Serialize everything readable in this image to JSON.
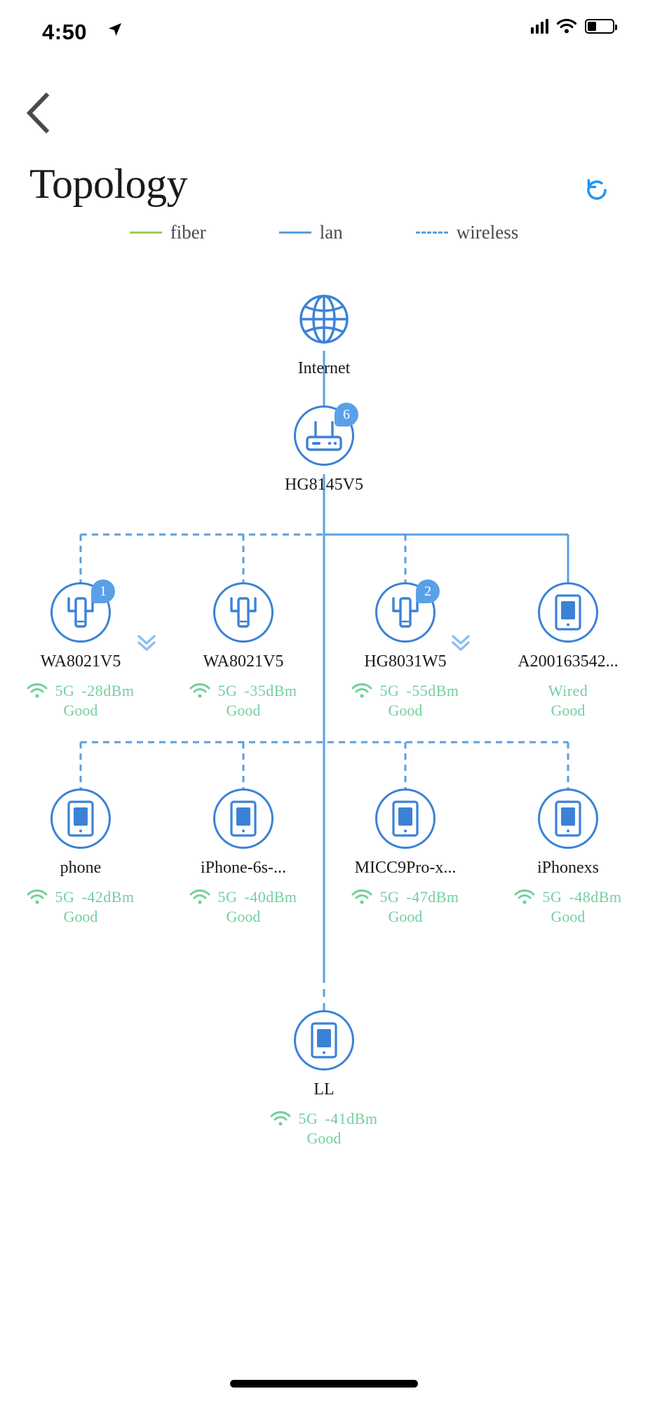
{
  "status_bar": {
    "time": "4:50",
    "location_icon": "location-arrow-icon",
    "signal_icon": "cellular-signal-icon",
    "wifi_icon": "wifi-icon",
    "battery_icon": "battery-icon"
  },
  "header": {
    "back_icon": "chevron-left-icon",
    "title": "Topology",
    "refresh_icon": "refresh-icon",
    "refresh_color": "#2196f3"
  },
  "legend": [
    {
      "label": "fiber",
      "style": "solid",
      "color": "#9fc95a"
    },
    {
      "label": "lan",
      "style": "solid",
      "color": "#5a9fe0"
    },
    {
      "label": "wireless",
      "style": "dashed",
      "color": "#5a9fe0"
    }
  ],
  "colors": {
    "node_blue": "#3b82d6",
    "link_blue": "#5a9fe0",
    "badge_blue": "#5aa0e8",
    "good_green": "#72cfa0",
    "label_dark": "#1a1a1a"
  },
  "topology": {
    "internet": {
      "label": "Internet",
      "icon": "globe-icon"
    },
    "gateway": {
      "label": "HG8145V5",
      "icon": "router-icon",
      "badge": "6"
    },
    "tier1": [
      {
        "label": "WA8021V5",
        "icon": "repeater-icon",
        "badge": "1",
        "band": "5G",
        "rssi": "-28dBm",
        "quality": "Good",
        "link": "wireless",
        "expandable": true,
        "conn_icon": "wifi-signal-icon"
      },
      {
        "label": "WA8021V5",
        "icon": "repeater-icon",
        "badge": "",
        "band": "5G",
        "rssi": "-35dBm",
        "quality": "Good",
        "link": "wireless",
        "expandable": false,
        "conn_icon": "wifi-signal-icon"
      },
      {
        "label": "HG8031W5",
        "icon": "repeater-icon",
        "badge": "2",
        "band": "5G",
        "rssi": "-55dBm",
        "quality": "Good",
        "link": "wireless",
        "expandable": true,
        "conn_icon": "wifi-signal-icon"
      },
      {
        "label": "A200163542...",
        "icon": "tablet-icon",
        "badge": "",
        "band": "",
        "rssi": "",
        "quality": "Good",
        "link": "lan",
        "expandable": false,
        "conn_text": "Wired"
      }
    ],
    "tier2": [
      {
        "label": "phone",
        "icon": "tablet-icon",
        "band": "5G",
        "rssi": "-42dBm",
        "quality": "Good",
        "link": "wireless",
        "conn_icon": "wifi-signal-icon"
      },
      {
        "label": "iPhone-6s-...",
        "icon": "tablet-icon",
        "band": "5G",
        "rssi": "-40dBm",
        "quality": "Good",
        "link": "wireless",
        "conn_icon": "wifi-signal-icon"
      },
      {
        "label": "MICC9Pro-x...",
        "icon": "tablet-icon",
        "band": "5G",
        "rssi": "-47dBm",
        "quality": "Good",
        "link": "wireless",
        "conn_icon": "wifi-signal-icon"
      },
      {
        "label": "iPhonexs",
        "icon": "tablet-icon",
        "band": "5G",
        "rssi": "-48dBm",
        "quality": "Good",
        "link": "wireless",
        "conn_icon": "wifi-signal-icon"
      }
    ],
    "tier3": [
      {
        "label": "LL",
        "icon": "tablet-icon",
        "band": "5G",
        "rssi": "-41dBm",
        "quality": "Good",
        "link": "wireless",
        "conn_icon": "wifi-signal-icon"
      }
    ]
  }
}
